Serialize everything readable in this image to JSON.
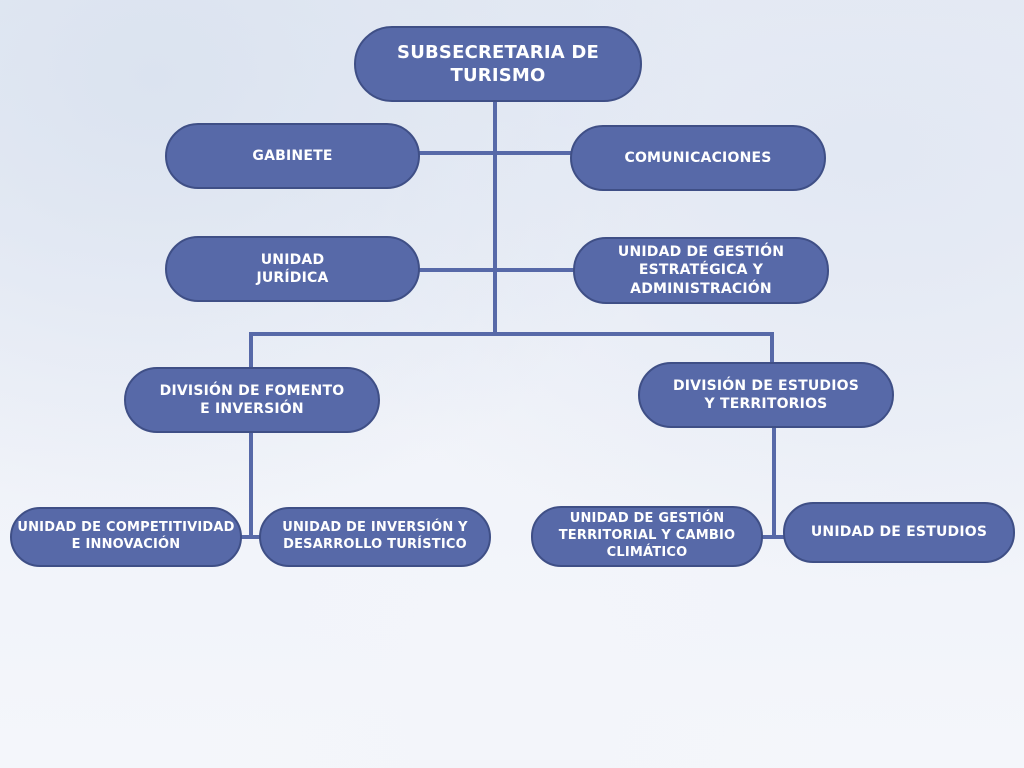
{
  "org_chart": {
    "root": "SUBSECRETARIA DE\nTURISMO",
    "staff_left_1": "GABINETE",
    "staff_right_1": "COMUNICACIONES",
    "staff_left_2": "UNIDAD\nJURÍDICA",
    "staff_right_2": "UNIDAD DE GESTIÓN\nESTRATÉGICA Y\nADMINISTRACIÓN",
    "division_fomento": "DIVISIÓN DE FOMENTO\nE INVERSIÓN",
    "division_estudios": "DIVISIÓN DE ESTUDIOS\nY TERRITORIOS",
    "unit_competitividad": "UNIDAD DE COMPETITIVIDAD\nE INNOVACIÓN",
    "unit_inversion": "UNIDAD DE INVERSIÓN Y\nDESARROLLO TURÍSTICO",
    "unit_territorial": "UNIDAD DE GESTIÓN\nTERRITORIAL Y CAMBIO\nCLIMÁTICO",
    "unit_estudios": "UNIDAD DE ESTUDIOS"
  },
  "colors": {
    "node_fill": "#5769a8",
    "node_border": "#3f4f86",
    "connector": "#5769a8",
    "text": "#ffffff"
  }
}
